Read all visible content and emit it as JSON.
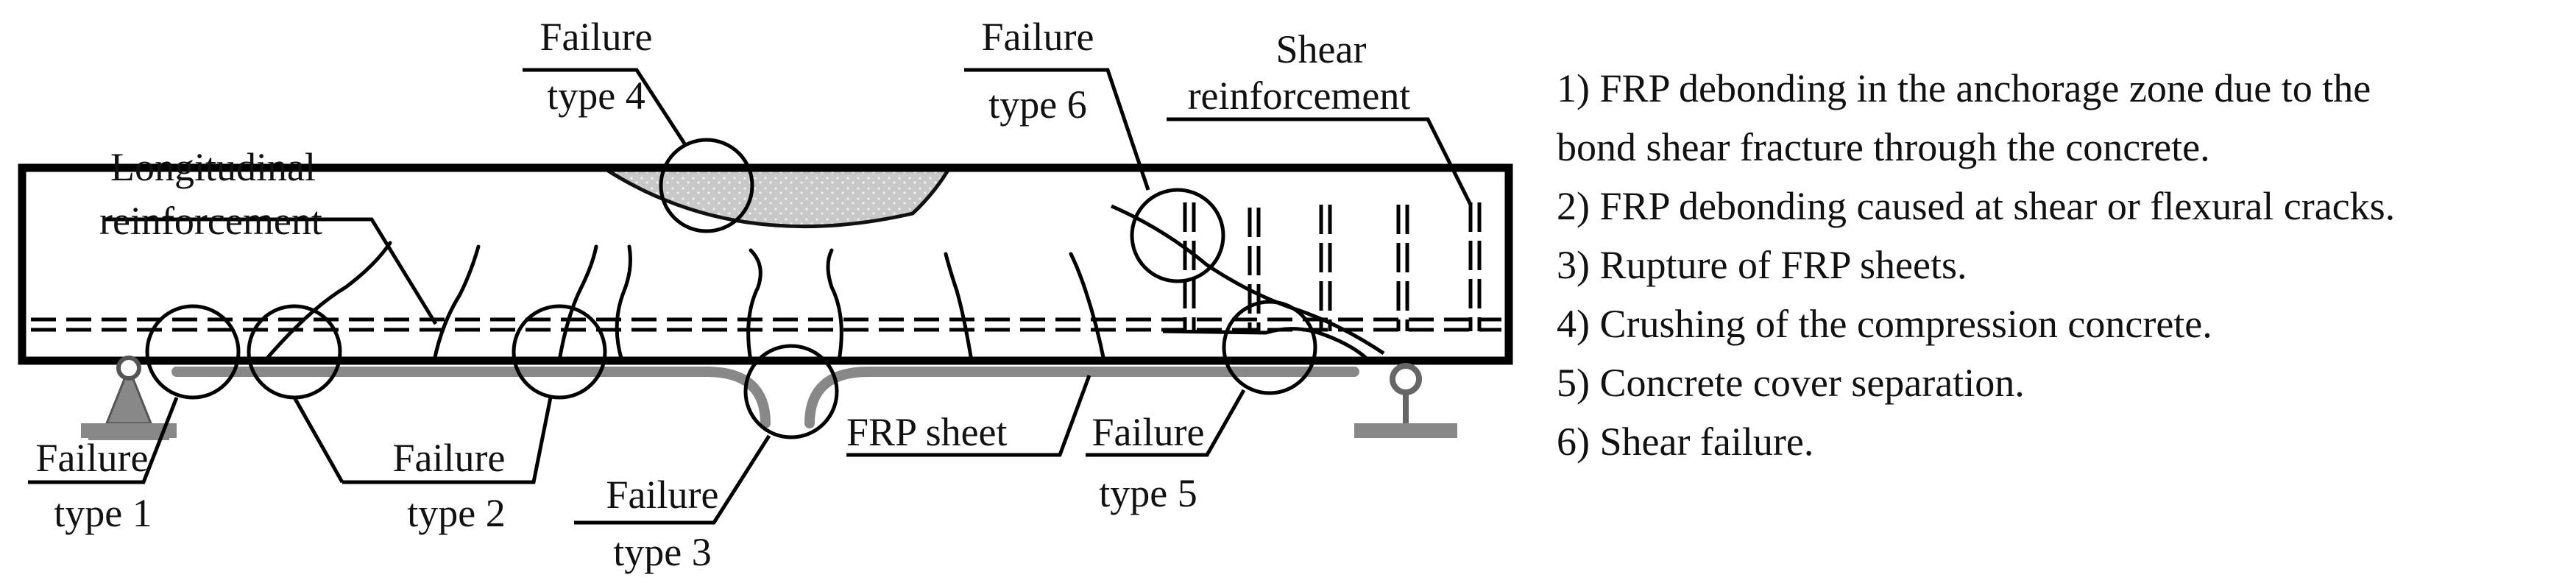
{
  "labels": {
    "longitudinal": [
      "Longitudinal",
      "reinforcement"
    ],
    "shear_reinf": [
      "Shear",
      "reinforcement"
    ],
    "frp_sheet": "FRP sheet",
    "failure_types": [
      {
        "id": "1",
        "line1": "Failure",
        "line2": "type 1"
      },
      {
        "id": "2",
        "line1": "Failure",
        "line2": "type 2"
      },
      {
        "id": "3",
        "line1": "Failure",
        "line2": "type 3"
      },
      {
        "id": "4",
        "line1": "Failure",
        "line2": "type 4"
      },
      {
        "id": "5",
        "line1": "Failure",
        "line2": "type 5"
      },
      {
        "id": "6",
        "line1": "Failure",
        "line2": "type 6"
      }
    ]
  },
  "legend": [
    "1) FRP debonding in the anchorage zone due to the",
    "bond shear fracture through the concrete.",
    "2) FRP debonding caused at shear or flexural cracks.",
    "3) Rupture of FRP sheets.",
    "4) Crushing of the compression concrete.",
    "5) Concrete cover separation.",
    "6) Shear failure."
  ]
}
